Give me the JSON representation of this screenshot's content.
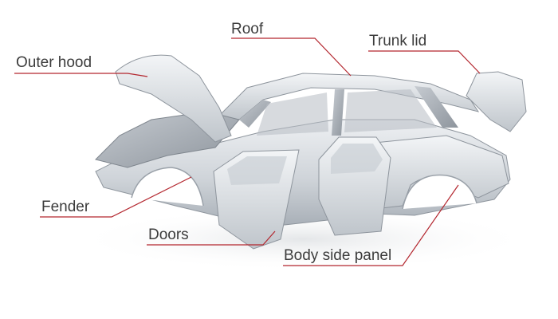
{
  "labels": {
    "outer_hood": "Outer hood",
    "roof": "Roof",
    "trunk_lid": "Trunk lid",
    "fender": "Fender",
    "doors": "Doors",
    "body_side_panel": "Body side panel"
  },
  "colors": {
    "leader_line": "#b3262e",
    "label_text": "#3c3c3c",
    "body_metal": "#d4d8dd",
    "body_shadow": "#9aa1a9",
    "background": "#ffffff"
  }
}
